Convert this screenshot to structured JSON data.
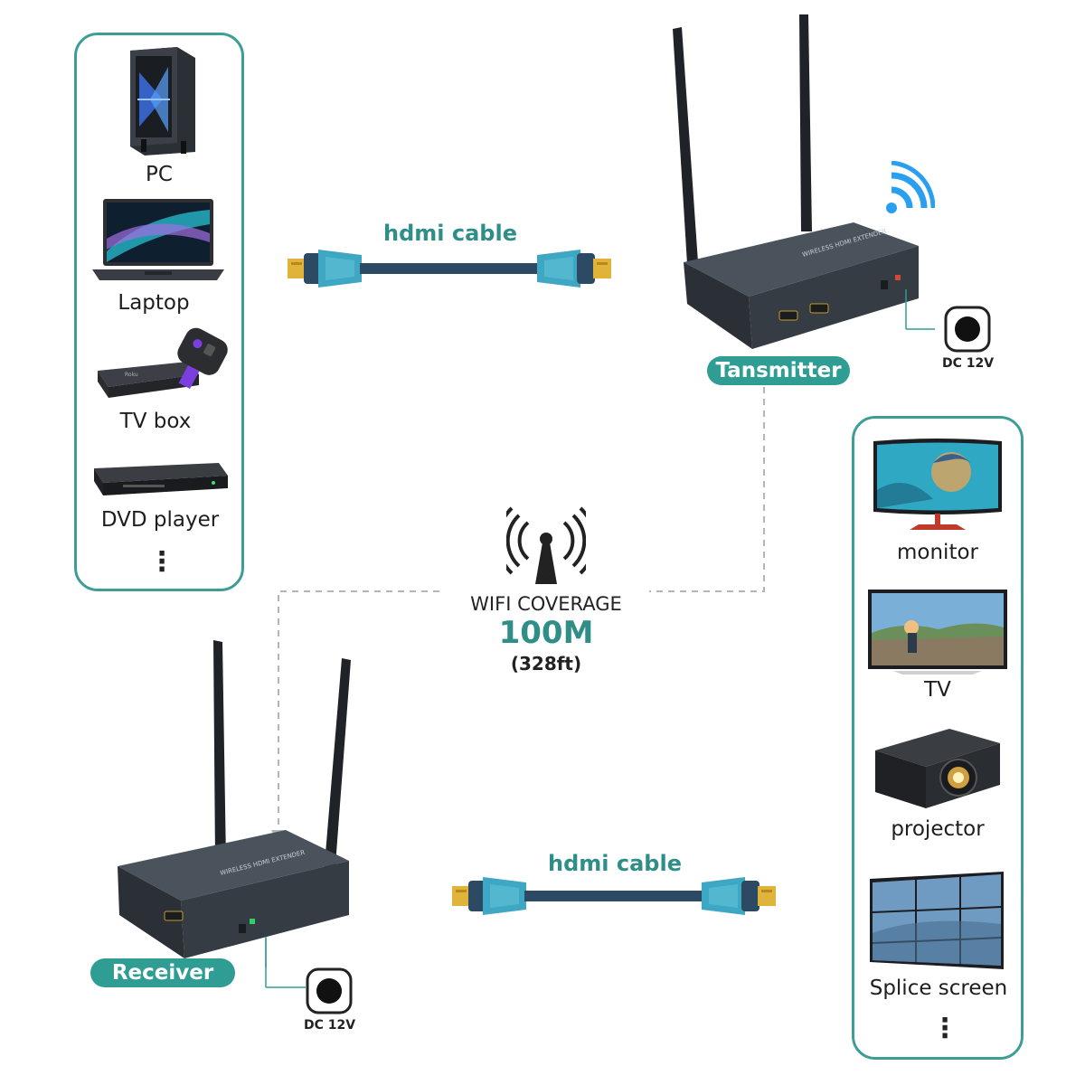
{
  "sources": {
    "items": [
      {
        "label": "PC"
      },
      {
        "label": "Laptop"
      },
      {
        "label": "TV box"
      },
      {
        "label": "DVD player"
      }
    ],
    "more": "⋮"
  },
  "displays": {
    "items": [
      {
        "label": "monitor"
      },
      {
        "label": "TV"
      },
      {
        "label": "projector"
      },
      {
        "label": "Splice screen"
      }
    ],
    "more": "⋮"
  },
  "cables": {
    "top_label": "hdmi cable",
    "bottom_label": "hdmi cable"
  },
  "transmitter": {
    "label": "Tansmitter",
    "power": "DC 12V"
  },
  "receiver": {
    "label": "Receiver",
    "power": "DC 12V"
  },
  "wifi": {
    "title": "WIFI COVERAGE",
    "range": "100M",
    "range_ft": "(328ft)"
  },
  "colors": {
    "accent": "#2f9d94",
    "device": "#3a434c",
    "cable": "#2c4a63",
    "cable_head": "#3ea7c4",
    "connector": "#e0b43a"
  },
  "icons": {
    "wifi_signal": "wifi-signal-icon",
    "broadcast_antenna": "broadcast-antenna-icon",
    "power_jack": "dc-power-jack-icon"
  }
}
